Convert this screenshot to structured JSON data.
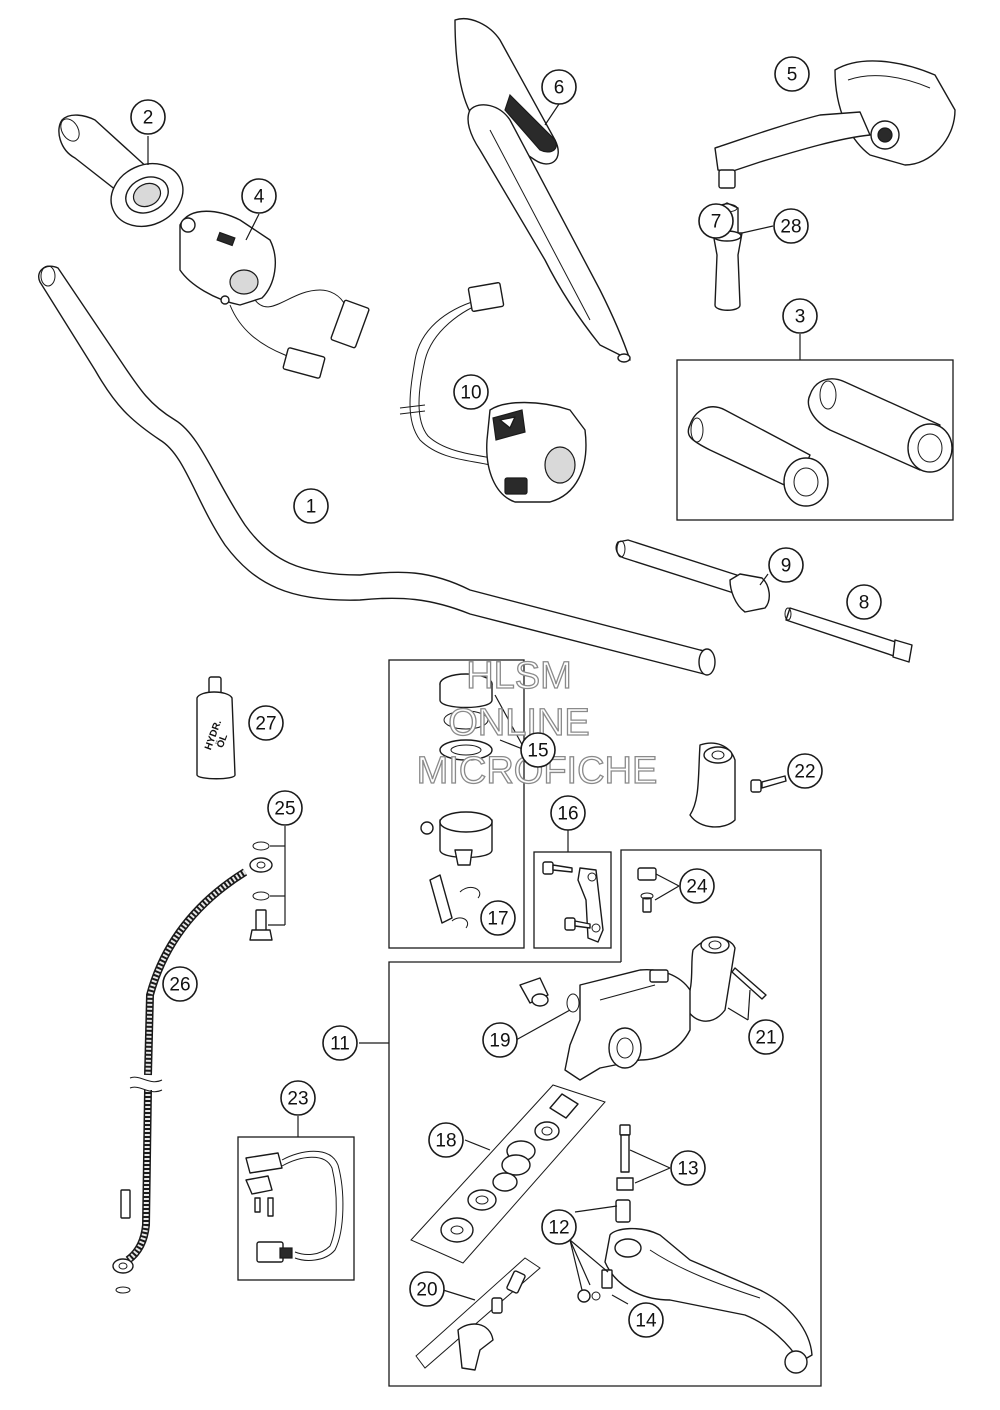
{
  "callouts": [
    {
      "id": "1",
      "label": "1"
    },
    {
      "id": "2",
      "label": "2"
    },
    {
      "id": "3",
      "label": "3"
    },
    {
      "id": "4",
      "label": "4"
    },
    {
      "id": "5",
      "label": "5"
    },
    {
      "id": "6",
      "label": "6"
    },
    {
      "id": "7",
      "label": "7"
    },
    {
      "id": "8",
      "label": "8"
    },
    {
      "id": "9",
      "label": "9"
    },
    {
      "id": "10",
      "label": "10"
    },
    {
      "id": "11",
      "label": "11"
    },
    {
      "id": "12",
      "label": "12"
    },
    {
      "id": "13",
      "label": "13"
    },
    {
      "id": "14",
      "label": "14"
    },
    {
      "id": "15",
      "label": "15"
    },
    {
      "id": "16",
      "label": "16"
    },
    {
      "id": "17",
      "label": "17"
    },
    {
      "id": "18",
      "label": "18"
    },
    {
      "id": "19",
      "label": "19"
    },
    {
      "id": "20",
      "label": "20"
    },
    {
      "id": "21",
      "label": "21"
    },
    {
      "id": "22",
      "label": "22"
    },
    {
      "id": "23",
      "label": "23"
    },
    {
      "id": "24",
      "label": "24"
    },
    {
      "id": "25",
      "label": "25"
    },
    {
      "id": "26",
      "label": "26"
    },
    {
      "id": "27",
      "label": "27"
    },
    {
      "id": "28",
      "label": "28"
    }
  ],
  "bottle_label": {
    "line1": "HYDR.",
    "line2": "ÖL"
  },
  "watermark": {
    "line1": "HLSM",
    "line2": "ONLINE",
    "line3": "MICROFICHE"
  }
}
